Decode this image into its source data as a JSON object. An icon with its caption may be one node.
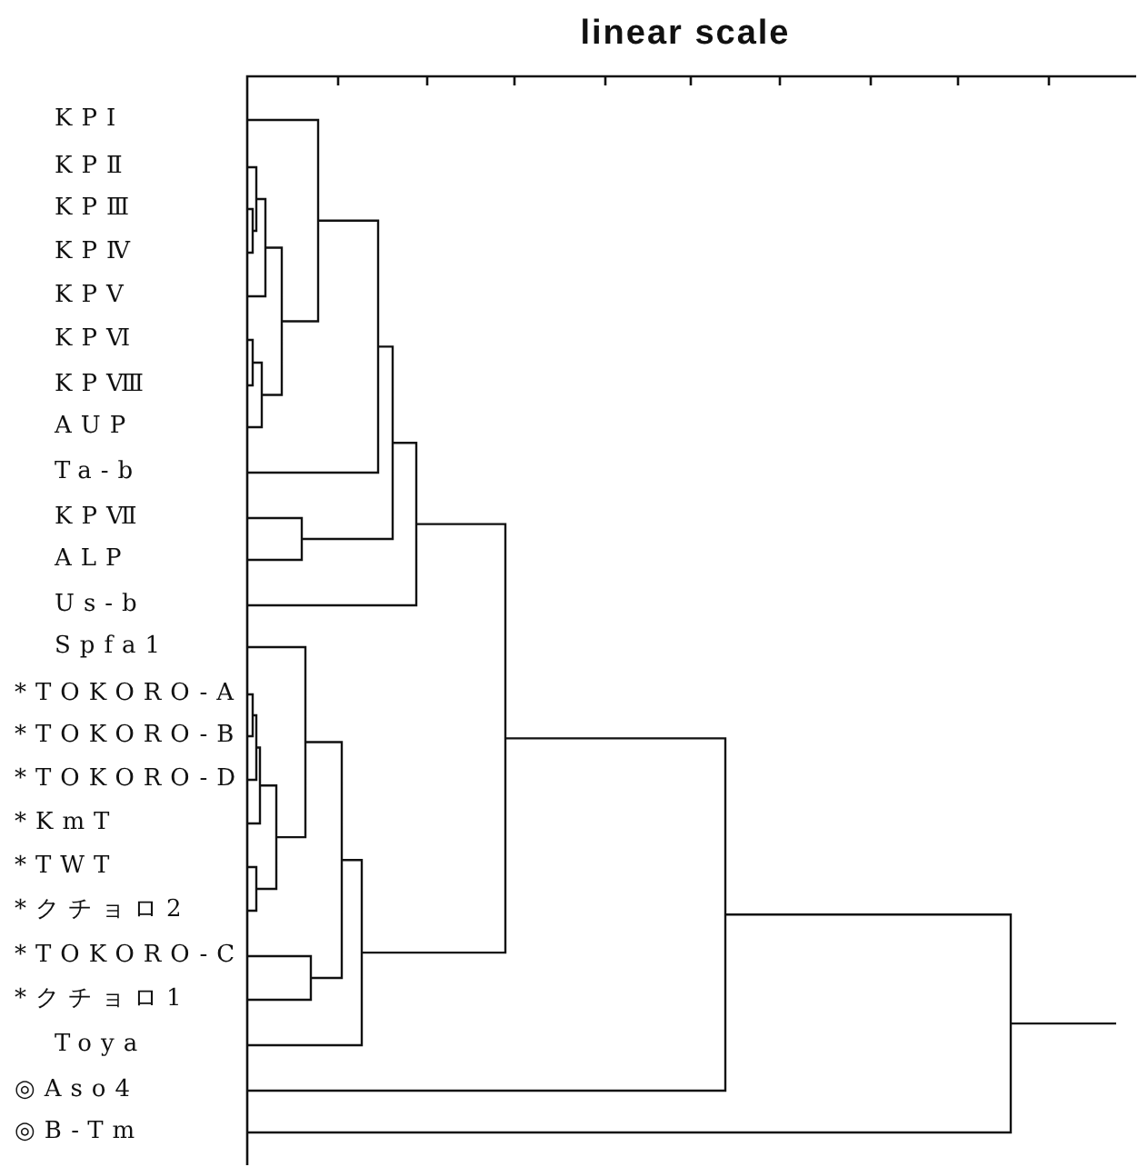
{
  "diagram": {
    "title": "linear scale",
    "labels": [
      "KPⅠ",
      "KPⅡ",
      "KPⅢ",
      "KPⅣ",
      "KPⅤ",
      "KPⅥ",
      "KPⅧ",
      "AUP",
      "Ta-b",
      "KPⅦ",
      "ALP",
      "Us-b",
      "Spfa1",
      "*TOKORO-A",
      "*TOKORO-B",
      "*TOKORO-D",
      "*KmT",
      "*TWT",
      "*クチョロ2",
      "*TOKORO-C",
      "*クチョロ1",
      "Toya",
      "◎Aso4",
      "◎B-Tm"
    ]
  }
}
